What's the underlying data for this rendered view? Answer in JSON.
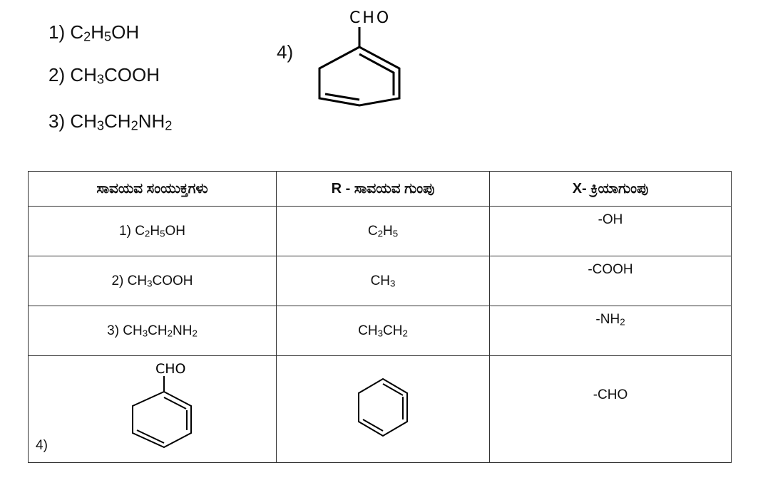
{
  "list": [
    {
      "num": "1)",
      "parts": [
        "C",
        "2",
        "H",
        "5",
        "OH"
      ]
    },
    {
      "num": "2)",
      "parts": [
        "CH",
        "3",
        "COOH"
      ]
    },
    {
      "num": "3)",
      "parts": [
        "CH",
        "3",
        "CH",
        "2",
        "NH",
        "2"
      ]
    },
    {
      "num": "4)",
      "cho": "CHO"
    }
  ],
  "table": {
    "headers": [
      "ಸಾವಯವ ಸಂಯುಕ್ತಗಳು",
      "R - ಸಾವಯವ ಗುಂಪು",
      "X- ಕ್ರಿಯಾಗುಂಪು"
    ],
    "rows": [
      {
        "c": "1) C<sub>2</sub>H<sub>5</sub>OH",
        "r": "C<sub>2</sub>H<sub>5</sub>",
        "x": "-OH"
      },
      {
        "c": "2) CH<sub>3</sub>COOH",
        "r": "CH<sub>3</sub>",
        "x": "-COOH"
      },
      {
        "c": "3) CH<sub>3</sub>CH<sub>2</sub>NH<sub>2</sub>",
        "r": "CH<sub>3</sub>CH<sub>2</sub>",
        "x": "-NH<sub>2</sub>"
      },
      {
        "c_num": "4)",
        "c_cho": "CHO",
        "x": "-CHO"
      }
    ]
  }
}
